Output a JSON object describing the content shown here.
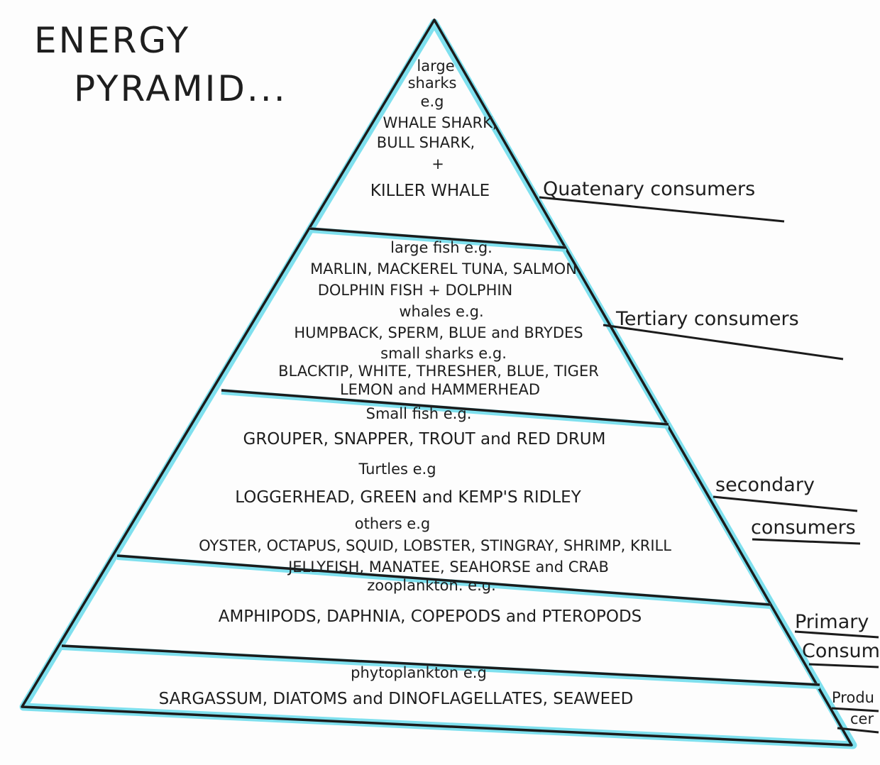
{
  "title": {
    "line1": "ENERGY",
    "line2": "PYRAMID..."
  },
  "colors": {
    "ink": "#1b1b1b",
    "outline_accent": "#7fe0ee",
    "paper": "#fdfdfd"
  },
  "levels": {
    "quaternary": {
      "lines": [
        "large",
        "sharks",
        "e.g",
        "WHALE SHARK,",
        "BULL SHARK,",
        "+",
        "KILLER WHALE"
      ],
      "label": "Quatenary consumers"
    },
    "tertiary": {
      "lines": [
        "large fish e.g.",
        "MARLIN, MACKEREL TUNA, SALMON",
        "DOLPHIN FISH + DOLPHIN",
        "whales e.g.",
        "HUMPBACK, SPERM, BLUE and BRYDES",
        "small sharks e.g.",
        "BLACKTIP, WHITE, THRESHER, BLUE, TIGER",
        "LEMON and HAMMERHEAD"
      ],
      "label": "Tertiary consumers"
    },
    "secondary": {
      "lines": [
        "Small fish e.g.",
        "GROUPER, SNAPPER, TROUT and RED DRUM",
        "Turtles e.g",
        "LOGGERHEAD, GREEN and KEMP'S RIDLEY",
        "others e.g",
        "OYSTER, OCTAPUS, SQUID, LOBSTER, STINGRAY, SHRIMP, KRILL",
        "JELLYFISH, MANATEE, SEAHORSE and CRAB"
      ],
      "label_line1": "secondary",
      "label_line2": "consumers"
    },
    "primary": {
      "lines": [
        "zooplankton. e.g.",
        "AMPHIPODS, DAPHNIA, COPEPODS and PTEROPODS"
      ],
      "label_line1": "Primary",
      "label_line2": "Consume"
    },
    "producers": {
      "lines": [
        "phytoplankton e.g",
        "SARGASSUM, DIATOMS and DINOFLAGELLATES, SEAWEED"
      ],
      "label_line1": "Produ",
      "label_line2": "cer"
    }
  }
}
